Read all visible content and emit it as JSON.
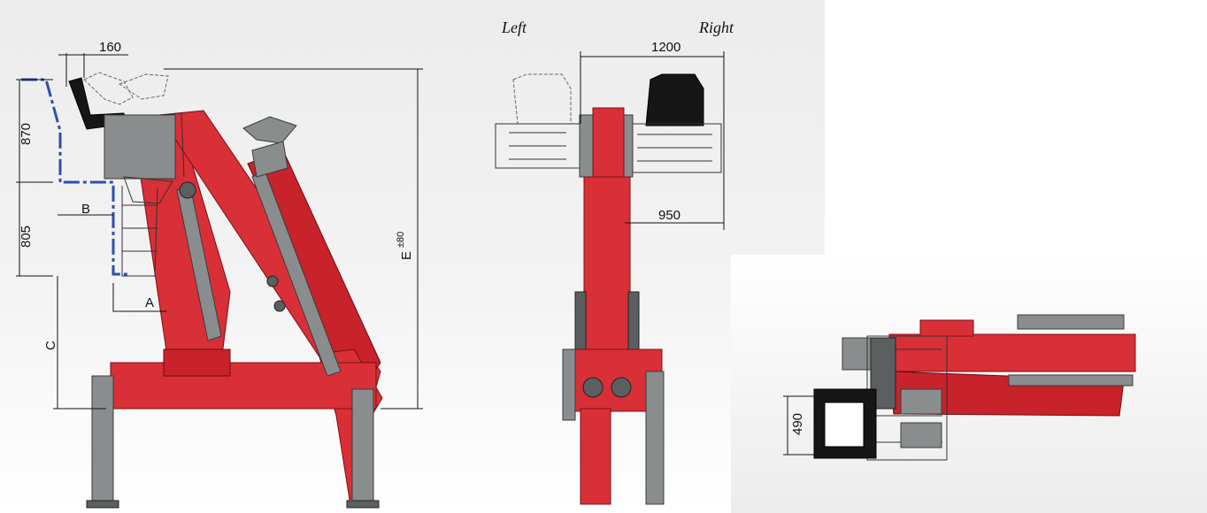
{
  "side_view": {
    "dim_seat_offset": "160",
    "dim_upper": "870",
    "dim_lower": "805",
    "label_b": "B",
    "label_a": "A",
    "label_c": "C",
    "label_e_base": "E",
    "label_e_tol": "±80"
  },
  "front_view": {
    "label_left": "Left",
    "label_right": "Right",
    "dim_width": "1200",
    "dim_offset": "950"
  },
  "top_view": {
    "dim_width": "490"
  },
  "colors": {
    "crane_red": "#d92f37",
    "steel_grey": "#8a8d8e",
    "dimension_blue": "#2f4fa8",
    "seat_black": "#161616"
  }
}
